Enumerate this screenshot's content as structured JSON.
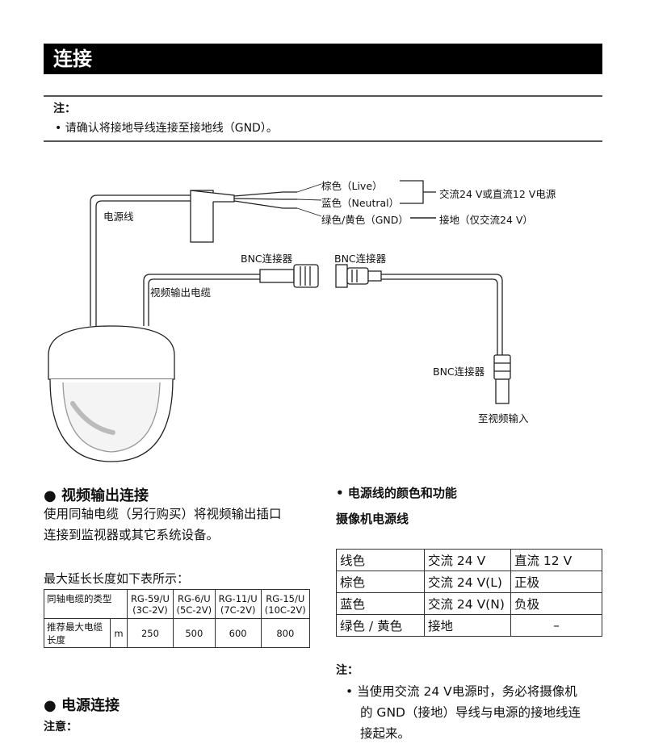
{
  "header": {
    "title": "连接"
  },
  "note": {
    "heading": "注：",
    "item": "请确认将接地导线连接至接地线（GND）。"
  },
  "diagram": {
    "wire_brown": "棕色（Live）",
    "wire_blue": "蓝色（Neutral）",
    "wire_green": "绿色/黄色（GND）",
    "power_source": "交流24 V或直流12 V电源",
    "ground": "接地（仅交流24 V）",
    "power_cable": "电源线",
    "bnc_left": "BNC连接器",
    "bnc_right": "BNC连接器",
    "bnc_bottom": "BNC连接器",
    "video_cable": "视频输出电缆",
    "video_input": "至视频输入"
  },
  "video_section": {
    "heading": "视频输出连接",
    "line1": "使用同轴电缆（另行购买）将视频输出插口",
    "line2": "连接到监视器或其它系统设备。",
    "max_text": "最大延长长度如下表所示：",
    "table": {
      "type_header": "同轴电缆的类型",
      "cols": [
        {
          "line1": "RG-59/U",
          "line2": "(3C-2V)"
        },
        {
          "line1": "RG-6/U",
          "line2": "(5C-2V)"
        },
        {
          "line1": "RG-11/U",
          "line2": "(7C-2V)"
        },
        {
          "line1": "RG-15/U",
          "line2": "(10C-2V)"
        }
      ],
      "row_label_1": "推荐最大电缆",
      "row_label_2": "长度",
      "unit": "m",
      "values": [
        "250",
        "500",
        "600",
        "800"
      ]
    }
  },
  "power_section": {
    "heading": "电源连接",
    "note_head": "注意："
  },
  "color_section": {
    "heading": "电源线的颜色和功能",
    "sub": "摄像机电源线",
    "table": [
      [
        "线色",
        "交流 24 V",
        "直流 12 V"
      ],
      [
        "棕色",
        "交流 24 V(L)",
        "正极"
      ],
      [
        "蓝色",
        "交流 24 V(N)",
        "负极"
      ],
      [
        "绿色 / 黄色",
        "接地",
        "–"
      ]
    ],
    "note_head": "注：",
    "note_line1": "当使用交流 24 V电源时，务必将摄像机",
    "note_line2": "的 GND（接地）导线与电源的接地线连",
    "note_line3": "接起来。"
  }
}
